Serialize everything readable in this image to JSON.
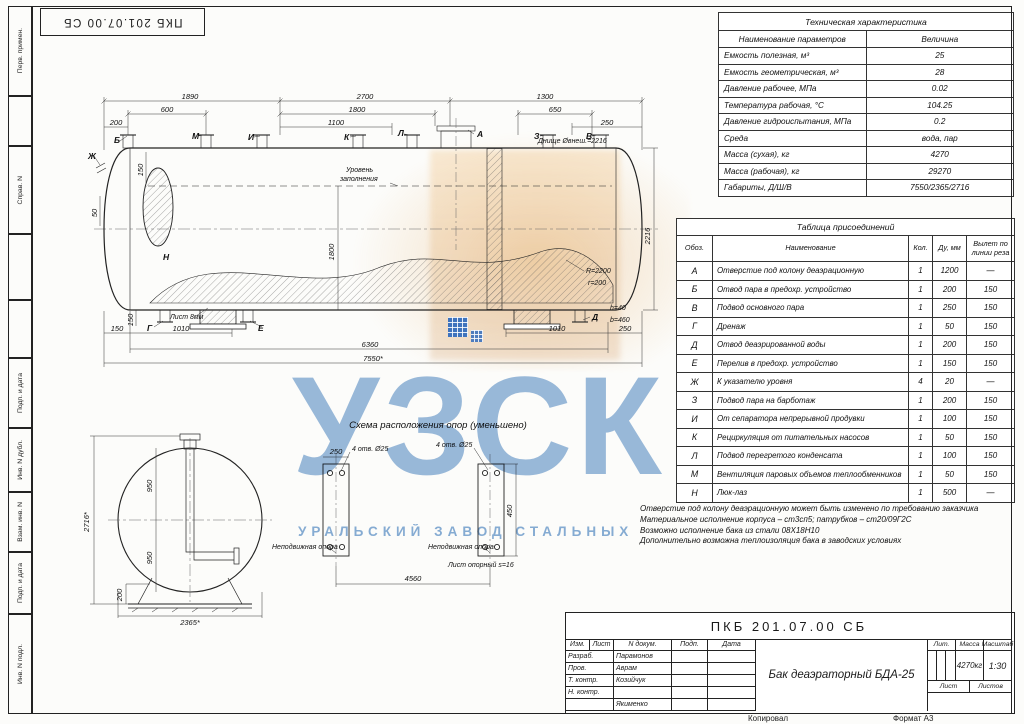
{
  "sheet": {
    "doc_number": "ПКБ 201.07.00 СБ",
    "copied_label": "Копировал",
    "format_label": "Формат А3",
    "frame_labels": [
      "Перв. примен.",
      "Справ. N",
      "Подп. и дата",
      "Инв. N дубл.",
      "Взам. инв. N",
      "Подп. и дата",
      "Инв. N подл."
    ]
  },
  "watermark": {
    "big": "УЗСК",
    "sub": "УРАЛЬСКИЙ ЗАВОД СТАЛЬНЫХ",
    "color": "#3e7abe"
  },
  "tech_table": {
    "title": "Техническая характеристика",
    "headers": [
      "Наименование параметров",
      "Величина"
    ],
    "rows": [
      [
        "Емкость полезная, м³",
        "25"
      ],
      [
        "Емкость геометрическая, м³",
        "28"
      ],
      [
        "Давление рабочее, МПа",
        "0.02"
      ],
      [
        "Температура рабочая, °С",
        "104.25"
      ],
      [
        "Давление гидроиспытания, МПа",
        "0.2"
      ],
      [
        "Среда",
        "вода, пар"
      ],
      [
        "Масса (сухая), кг",
        "4270"
      ],
      [
        "Масса (рабочая), кг",
        "29270"
      ],
      [
        "Габариты, Д/Ш/В",
        "7550/2365/2716"
      ]
    ]
  },
  "conn_table": {
    "title": "Таблица присоединений",
    "headers": [
      "Обоз.",
      "Наименование",
      "Кол.",
      "Ду, мм",
      "Вылет по линии реза"
    ],
    "rows": [
      [
        "А",
        "Отверстие под колону деаэрационную",
        "1",
        "1200",
        "—"
      ],
      [
        "Б",
        "Отвод пара в предохр. устройство",
        "1",
        "200",
        "150"
      ],
      [
        "В",
        "Подвод основного пара",
        "1",
        "250",
        "150"
      ],
      [
        "Г",
        "Дренаж",
        "1",
        "50",
        "150"
      ],
      [
        "Д",
        "Отвод деаэрированной воды",
        "1",
        "200",
        "150"
      ],
      [
        "Е",
        "Перелив в предохр. устройство",
        "1",
        "150",
        "150"
      ],
      [
        "Ж",
        "К указателю уровня",
        "4",
        "20",
        "—"
      ],
      [
        "З",
        "Подвод пара на барботаж",
        "1",
        "200",
        "150"
      ],
      [
        "И",
        "От сепаратора непрерывной продувки",
        "1",
        "100",
        "150"
      ],
      [
        "К",
        "Рециркуляция от питательных насосов",
        "1",
        "50",
        "150"
      ],
      [
        "Л",
        "Подвод перегретого конденсата",
        "1",
        "100",
        "150"
      ],
      [
        "М",
        "Вентиляция паровых объемов теплообменников",
        "1",
        "50",
        "150"
      ],
      [
        "Н",
        "Люк-лаз",
        "1",
        "500",
        "—"
      ]
    ]
  },
  "notes": [
    "Отверстие под колону деаэрационную может быть изменено по требованию заказчика",
    "Материальное исполнение корпуса – ст3сп5; патрубков – ст20/09Г2С",
    "Возможно исполнение бака из стали 08Х18Н10",
    "Дополнительно возможна теплоизоляция бака в заводских условиях"
  ],
  "title_block": {
    "doc_number": "ПКБ 201.07.00 СБ",
    "columns": [
      "Изм.",
      "Лист",
      "N докум.",
      "Подп.",
      "Дата"
    ],
    "rows": [
      {
        "label": "Разраб.",
        "name": "Парамонов"
      },
      {
        "label": "Пров.",
        "name": "Аврам"
      },
      {
        "label": "Т. контр.",
        "name": "Козийчук"
      },
      {
        "label": "Н. контр.",
        "name": ""
      },
      {
        "label": "",
        "name": "Якименко"
      }
    ],
    "product_name": "Бак деаэраторный БДА-25",
    "lit_label": "Лит.",
    "mass_label": "Масса",
    "scale_label": "Масштаб",
    "mass_value": "4270кг",
    "scale_value": "1:30",
    "sheet_label": "Лист",
    "sheets_label": "Листов"
  },
  "drawing": {
    "scheme_title": "Схема расположения опор (уменьшено)",
    "level_label": [
      "Уровень",
      "заполнения"
    ],
    "head_note": "Днище Øвнеш.=2216",
    "shell_note": "Лист 8мм",
    "radius_note": "R=2200",
    "radius_note2": "r=200",
    "h_note": "h=40",
    "b_note": "b=460",
    "dims": {
      "t1890": "1890",
      "t600": "600",
      "t200": "200",
      "t2700": "2700",
      "t1800": "1800",
      "t1100": "1100",
      "t1300": "1300",
      "t650": "650",
      "t250": "250",
      "l150a": "150",
      "l50": "50",
      "l150b": "150",
      "v1800": "1800",
      "v2216": "2216",
      "b150": "150",
      "b1010a": "1010",
      "b1010b": "1010",
      "b250": "250",
      "b6360": "6360",
      "b7550": "7550*",
      "s950a": "950",
      "s950b": "950",
      "s2716": "2716*",
      "s2365": "2365*",
      "s200": "200",
      "s250": "250",
      "s450": "450",
      "s4560": "4560"
    },
    "scheme_notes": {
      "holes1": "4 отв. Ø25",
      "holes2": "4 отв. Ø25",
      "fixed1": "Неподвижная опора",
      "fixed2": "Неподвижная опора",
      "plate": "Лист опорный s=16"
    },
    "letters": {
      "a": "А",
      "b": "Б",
      "v": "В",
      "g": "Г",
      "d": "Д",
      "e": "Е",
      "zh": "Ж",
      "z": "З",
      "i": "И",
      "k": "К",
      "l": "Л",
      "m": "М",
      "n": "Н"
    }
  }
}
